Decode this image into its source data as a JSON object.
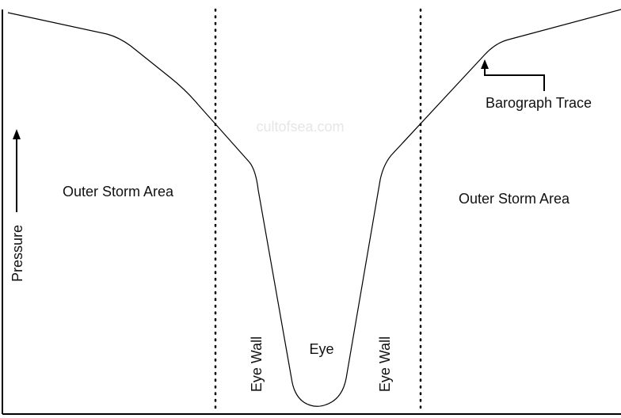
{
  "labels": {
    "pressure": "Pressure",
    "outer_storm_left": "Outer Storm Area",
    "outer_storm_right": "Outer Storm Area",
    "eye_wall_left": "Eye Wall",
    "eye_wall_right": "Eye Wall",
    "eye": "Eye",
    "barograph_trace": "Barograph Trace",
    "watermark": "cultofsea.com"
  }
}
